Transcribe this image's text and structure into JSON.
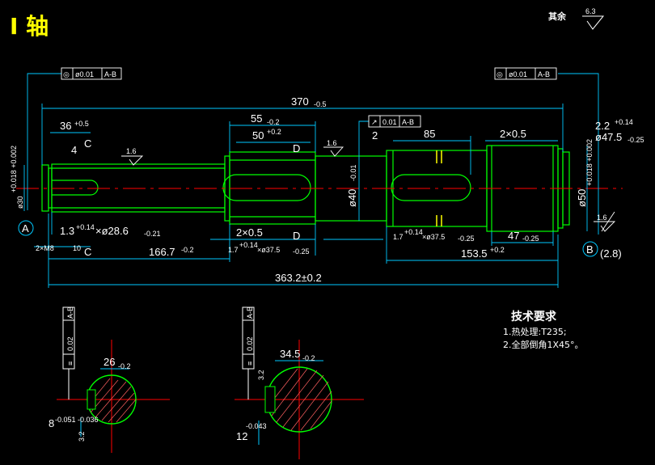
{
  "title": "I 轴",
  "roughness_note": {
    "label": "其余",
    "value": "6.3"
  },
  "tolerance_frames": {
    "left": {
      "symbol": "◎",
      "value": "ø0.01",
      "datum": "A-B"
    },
    "right": {
      "symbol": "◎",
      "value": "ø0.01",
      "datum": "A-B"
    },
    "runout": {
      "symbol": "↗",
      "value": "0.01",
      "datum": "A-B"
    },
    "section1": {
      "symbol": "≡",
      "value": "0.02",
      "datum": "A-B"
    },
    "section2": {
      "symbol": "≡",
      "value": "0.02",
      "datum": "A-B"
    }
  },
  "dimensions": {
    "overall_top": "370",
    "overall_top_tol": "-0.5",
    "overall_bottom": "363.2±0.2",
    "d36": "36",
    "d36_tol": "+0.5",
    "d55": "55",
    "d55_tol": "-0.2",
    "d50": "50",
    "d50_tol": "+0.2",
    "d85": "85",
    "d2": "2",
    "d2x05_right": "2×0.5",
    "d4": "4",
    "d1_6a": "1.6",
    "d1_6b": "1.6",
    "d1_6c": "1.6",
    "d22": "2.2",
    "d22_tol": "+0.14",
    "d475": "ø47.5",
    "d475_tol": "-0.25",
    "d30": "ø30",
    "d30_tol": "+0.018 +0.002",
    "d40": "ø40",
    "d40_tol": "-0.01",
    "d50v": "ø50",
    "d50v_tol": "+0.018 +0.002",
    "groove_left": "1.3",
    "groove_left_tol": "+0.14",
    "groove_left_d": "×ø28.6",
    "groove_left_dtol": "-0.21",
    "d2x05_bottom": "2×0.5",
    "d1667": "166.7",
    "d1667_tol": "-0.2",
    "groove_mid": "1.7",
    "groove_mid_tol": "+0.14",
    "groove_mid_d": "×ø37.5",
    "groove_mid_dtol": "-0.25",
    "groove_right": "1.7",
    "groove_right_tol": "+0.14",
    "groove_right_d": "×ø37.5",
    "groove_right_dtol": "-0.25",
    "d47": "47",
    "d47_tol": "-0.25",
    "d1535": "153.5",
    "d1535_tol": "+0.2",
    "d28": "(2.8)",
    "thread": "2×M8",
    "thread_depth": "10",
    "label_c1": "C",
    "label_c2": "C",
    "label_d1": "D",
    "label_d2": "D",
    "datum_a": "A",
    "datum_b": "B"
  },
  "sections": {
    "s1": {
      "width": "26",
      "width_tol": "-0.2",
      "key": "8",
      "key_tol": "-0.051 -0.036",
      "depth": "3.2"
    },
    "s2": {
      "width": "34.5",
      "width_tol": "-0.2",
      "key": "12",
      "key_tol": "-0.043",
      "depth": "3.2"
    }
  },
  "tech_requirements": {
    "heading": "技术要求",
    "items": [
      "1.热处理:T235;",
      "2.全部倒角1X45°。"
    ]
  },
  "colors": {
    "shaft": "#00ff00",
    "dims": "#00c8ff",
    "center": "#ff0000",
    "text": "#ffffff",
    "title": "#ffff00",
    "key": "#ffff00"
  }
}
